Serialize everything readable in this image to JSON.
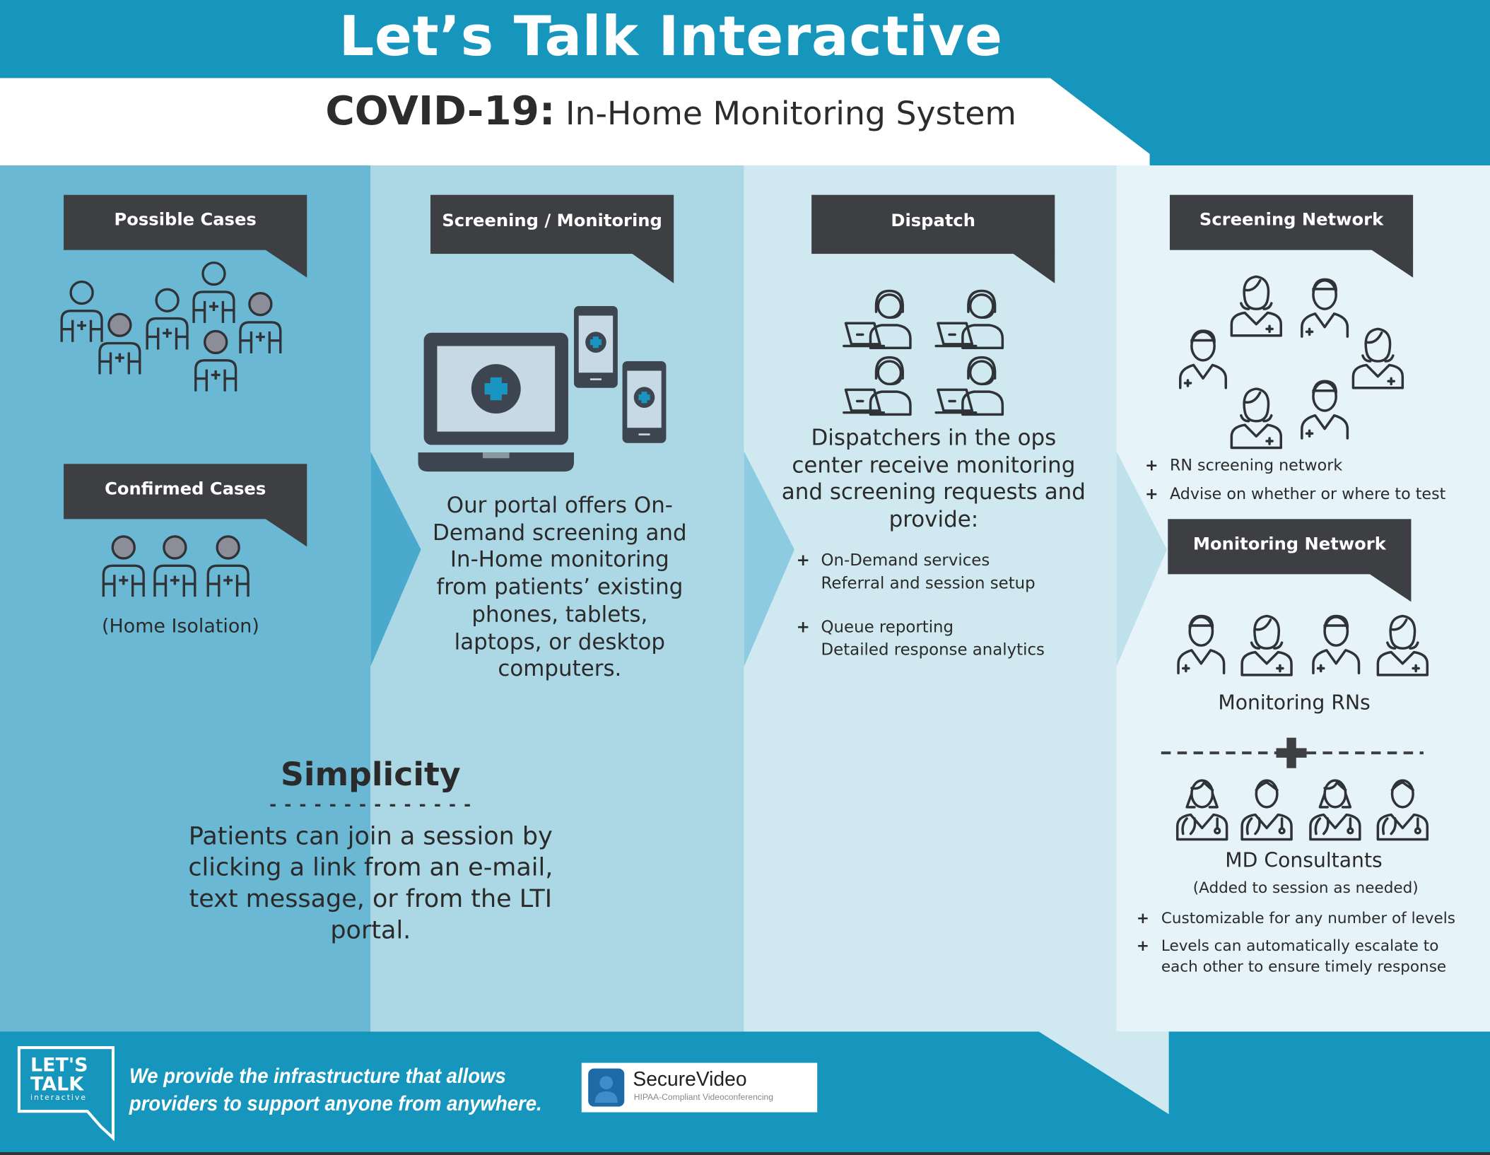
{
  "header": {
    "title": "Let’s Talk Interactive",
    "subtitle_bold": "COVID-19:",
    "subtitle_rest": " In-Home Monitoring System"
  },
  "colors": {
    "brand_blue": "#1695bd",
    "col1": "#6bb8d4",
    "col2": "#acd8e6",
    "col3": "#d0e9f1",
    "col4": "#e6f3f8",
    "label_dark": "#3d3f42"
  },
  "column1": {
    "possible_label": "Possible Cases",
    "confirmed_label": "Confirmed Cases",
    "home_isolation": "(Home Isolation)"
  },
  "column2": {
    "label": "Screening / Monitoring",
    "body": "Our portal offers On-Demand screening and In-Home monitoring from patients’ existing phones, tablets, laptops, or desktop computers."
  },
  "simplicity": {
    "title": "Simplicity",
    "divider": "- - - - - - - - - - - - - -",
    "body": "Patients can join a session by clicking a link from an e-mail, text message, or from the LTI portal."
  },
  "column3": {
    "label": "Dispatch",
    "body": "Dispatchers in the ops center receive monitoring and screening requests and provide:",
    "bullets": [
      {
        "line1": "On-Demand services",
        "line2": "Referral and session setup"
      },
      {
        "line1": "Queue reporting",
        "line2": "Detailed response analytics"
      }
    ]
  },
  "column4": {
    "screening_label": "Screening Network",
    "screening_bullets": [
      "RN screening network",
      "Advise on whether or where to test"
    ],
    "monitoring_label": "Monitoring Network",
    "monitoring_rns": "Monitoring RNs",
    "md_title": "MD Consultants",
    "md_sub": "(Added to session as needed)",
    "md_bullets": [
      "Customizable for any number of levels",
      "Levels can automatically escalate to each other to ensure timely response"
    ]
  },
  "footer": {
    "logo_line1": "LET'S",
    "logo_line2": "TALK",
    "logo_line3": "interactive",
    "tagline_line1": "We provide the infrastructure that allows",
    "tagline_line2": "providers to support anyone from anywhere.",
    "securevideo_name": "SecureVideo",
    "securevideo_tag": "HIPAA-Compliant Videoconferencing"
  },
  "bullet_symbol": "+"
}
